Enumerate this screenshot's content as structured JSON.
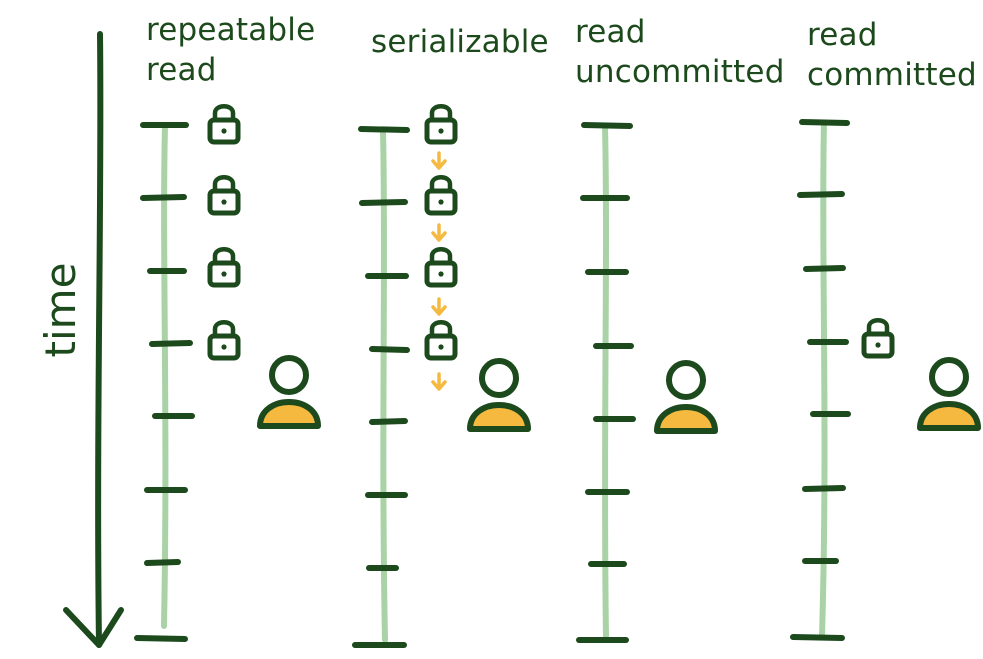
{
  "axis": {
    "label": "time"
  },
  "columns": [
    {
      "id": "repeatable-read",
      "label_line1": "repeatable",
      "label_line2": "read"
    },
    {
      "id": "serializable",
      "label_line1": "serializable",
      "label_line2": ""
    },
    {
      "id": "read-uncommitted",
      "label_line1": "read",
      "label_line2": "uncommitted"
    },
    {
      "id": "read-committed",
      "label_line1": "read",
      "label_line2": "committed"
    }
  ],
  "colors": {
    "dark_green": "#1c4a1c",
    "light_green": "#a9d2a6",
    "user_fill": "#f6b940",
    "arrow_orange": "#f6b940"
  },
  "icons": [
    "lock-icon",
    "user-icon",
    "arrow-down-icon"
  ]
}
